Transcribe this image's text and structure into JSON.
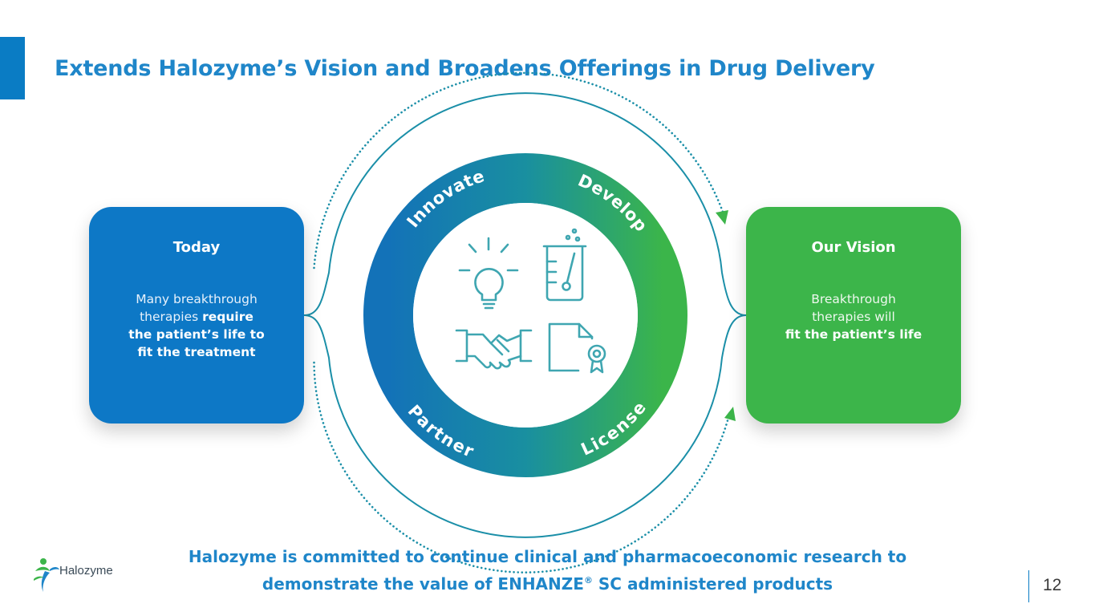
{
  "title": "Extends Halozyme’s Vision and Broadens Offerings in Drug Delivery",
  "today": {
    "heading": "Today",
    "line1": "Many breakthrough",
    "line2_light": "therapies ",
    "line2_bold": "require",
    "line3": "the patient’s life to",
    "line4": "fit the treatment"
  },
  "vision": {
    "heading": "Our Vision",
    "line1": "Breakthrough",
    "line2": "therapies will",
    "line3": "fit the patient’s life"
  },
  "ring_labels": {
    "innovate": "Innovate",
    "develop": "Develop",
    "partner": "Partner",
    "license": "License"
  },
  "icons": [
    "lightbulb-icon",
    "beaker-icon",
    "handshake-icon",
    "certificate-icon"
  ],
  "footer": {
    "line1": "Halozyme is committed to continue clinical and pharmacoeconomic research to",
    "line2a": "demonstrate the value of ENHANZE",
    "reg": "®",
    "line2b": " SC administered products"
  },
  "logo_text": "Halozyme",
  "page_number": "12",
  "colors": {
    "brand_blue": "#0d78c6",
    "title_blue": "#1f86c9",
    "brand_green": "#3cb54a",
    "teal_line": "#1b8fa8",
    "icon_teal": "#3fa6b1"
  }
}
